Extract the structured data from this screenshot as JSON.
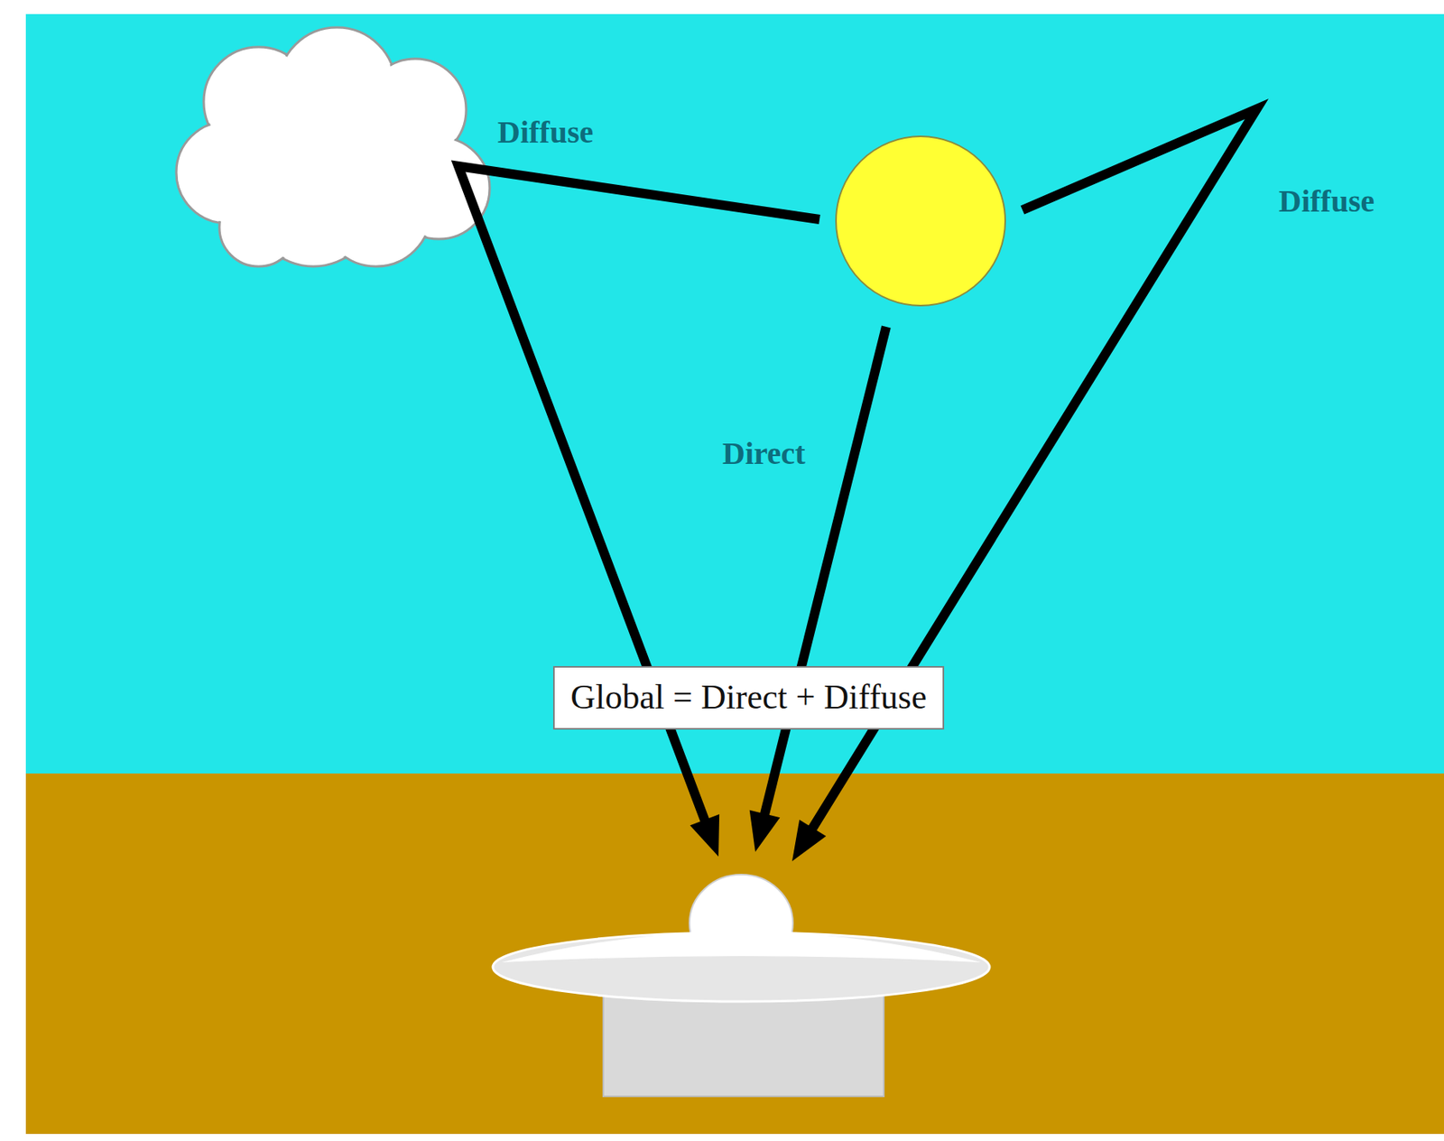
{
  "diagram": {
    "nodes": [
      {
        "text": [
          "Global = Direct + Diffuse"
        ]
      }
    ],
    "labels": [
      "Diffuse",
      "Diffuse",
      "Direct"
    ]
  }
}
